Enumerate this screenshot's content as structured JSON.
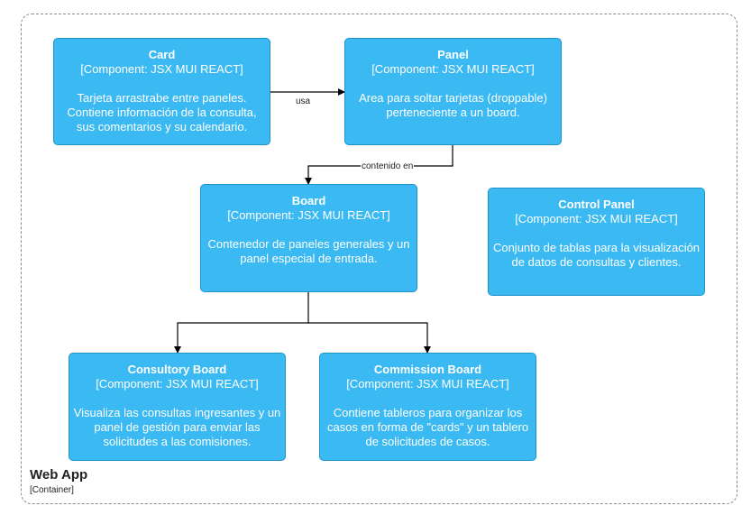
{
  "boundary": {
    "title": "Web App",
    "subtitle": "[Container]"
  },
  "components": {
    "card": {
      "name": "Card",
      "tech": "[Component: JSX MUI REACT]",
      "description": "Tarjeta arrastrabe entre paneles. Contiene información de la consulta, sus comentarios y su calendario."
    },
    "panel": {
      "name": "Panel",
      "tech": "[Component: JSX MUI REACT]",
      "description": "Area para soltar tarjetas (droppable) perteneciente a un board."
    },
    "board": {
      "name": "Board",
      "tech": "[Component: JSX MUI REACT]",
      "description": "Contenedor de paneles generales y un panel especial de entrada."
    },
    "control_panel": {
      "name": "Control Panel",
      "tech": "[Component: JSX MUI REACT]",
      "description": "Conjunto de tablas para la visualización de datos de consultas y clientes."
    },
    "consultory_board": {
      "name": "Consultory Board",
      "tech": "[Component: JSX MUI REACT]",
      "description": "Visualiza las consultas ingresantes y un panel de gestión para enviar las solicitudes a las comisiones."
    },
    "commission_board": {
      "name": "Commission Board",
      "tech": "[Component: JSX MUI REACT]",
      "description": "Contiene tableros para organizar los casos en forma de \"cards\" y un tablero de solicitudes de casos."
    }
  },
  "edges": {
    "card_panel": {
      "label": "usa"
    },
    "panel_board": {
      "label": "contenido en"
    }
  },
  "colors": {
    "component_fill": "#3bb9f2",
    "component_border": "#1f93c9",
    "component_text": "#ffffff",
    "edge": "#000000",
    "boundary": "#8a8a8a"
  }
}
